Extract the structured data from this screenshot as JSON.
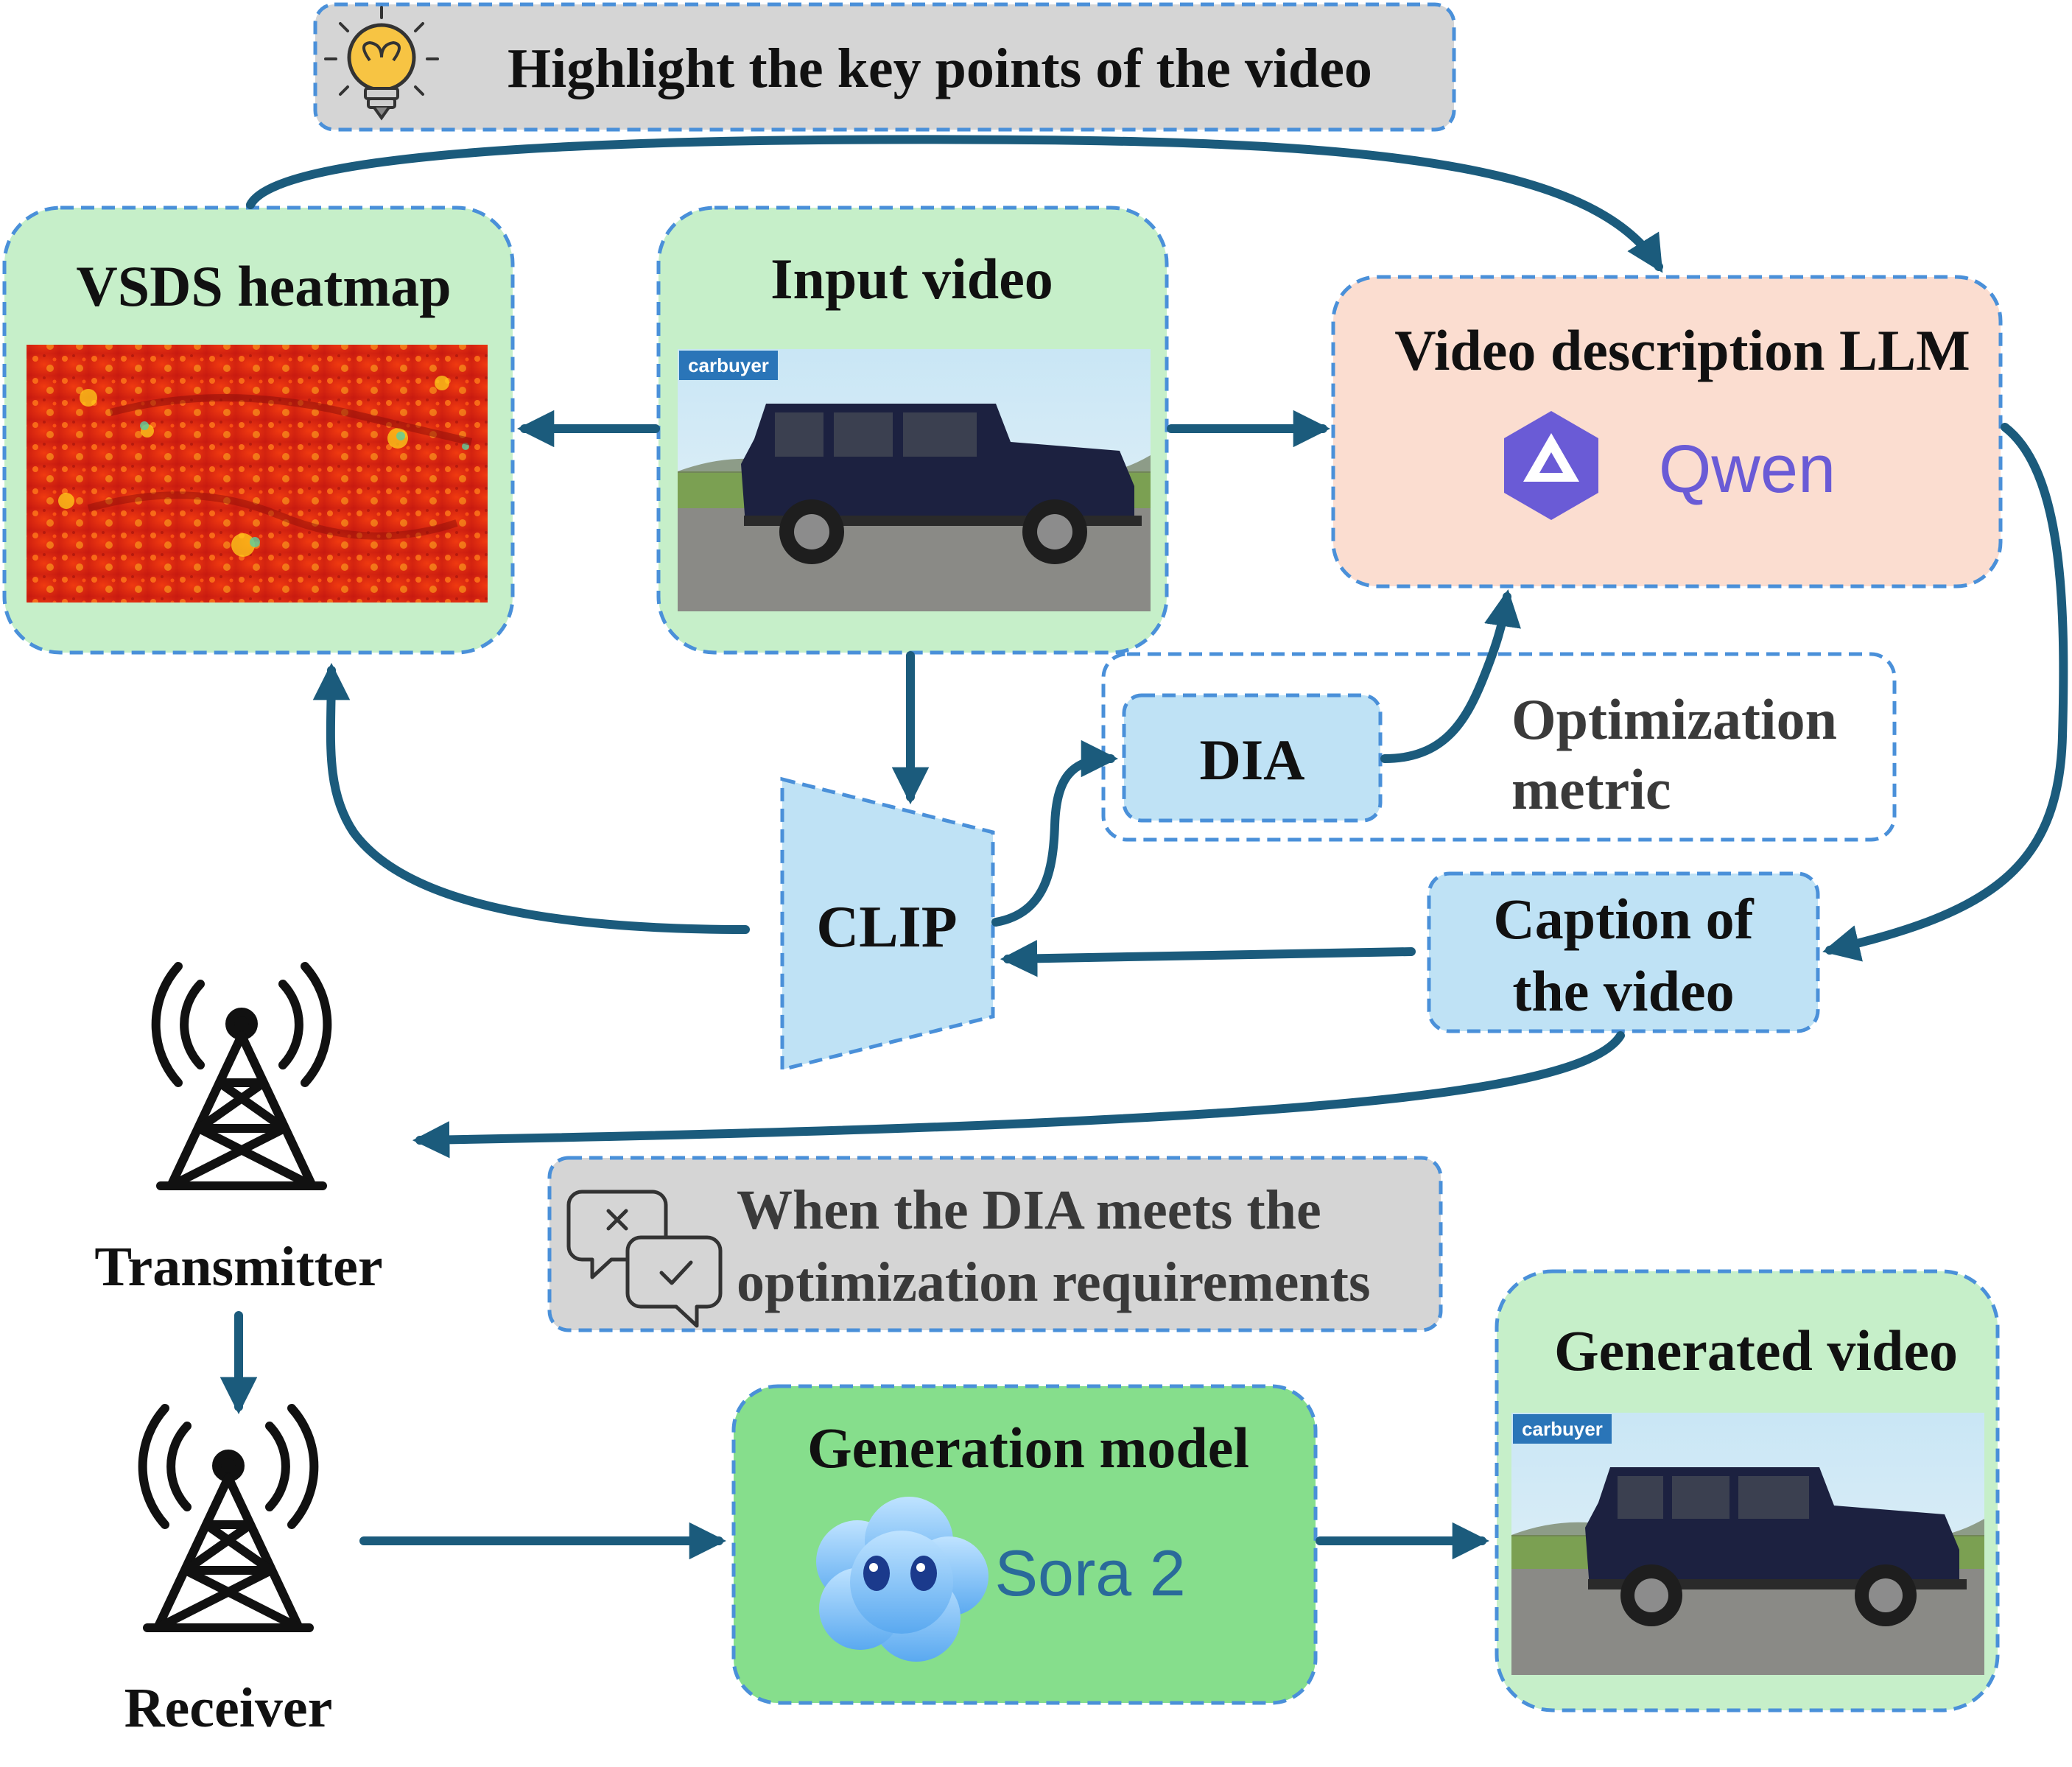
{
  "colors": {
    "arrow": "#1b5b7c",
    "green_box": "#c6efc9",
    "green_strong": "#86de8c",
    "peach_box": "#fbddd0",
    "blue_box": "#bfe2f5",
    "gray_box": "#d5d5d5",
    "dash_border": "#4a90d9",
    "qwen_purple": "#6a5bd6",
    "sora_blue": "#2a6a9a"
  },
  "hint_top": {
    "text": "Highlight the key points of the video",
    "icon": "lightbulb-icon"
  },
  "vsds": {
    "title": "VSDS heatmap"
  },
  "input_video": {
    "title": "Input video",
    "badge": "carbuyer"
  },
  "llm": {
    "title": "Video description LLM",
    "logo_text": "Qwen",
    "icon": "qwen-logo-icon"
  },
  "clip": {
    "label": "CLIP"
  },
  "dia": {
    "label": "DIA",
    "metric_line1": "Optimization",
    "metric_line2": "metric"
  },
  "caption": {
    "line1": "Caption of",
    "line2": "the video"
  },
  "transmitter": {
    "label": "Transmitter",
    "icon": "antenna-tower-icon"
  },
  "receiver": {
    "label": "Receiver",
    "icon": "antenna-tower-icon"
  },
  "condition": {
    "line1": "When the DIA meets the",
    "line2": "optimization requirements",
    "icon": "chat-check-icon"
  },
  "generation": {
    "title": "Generation model",
    "logo_text": "Sora 2",
    "icon": "sora-cloud-icon"
  },
  "generated_video": {
    "title": "Generated video",
    "badge": "carbuyer"
  }
}
